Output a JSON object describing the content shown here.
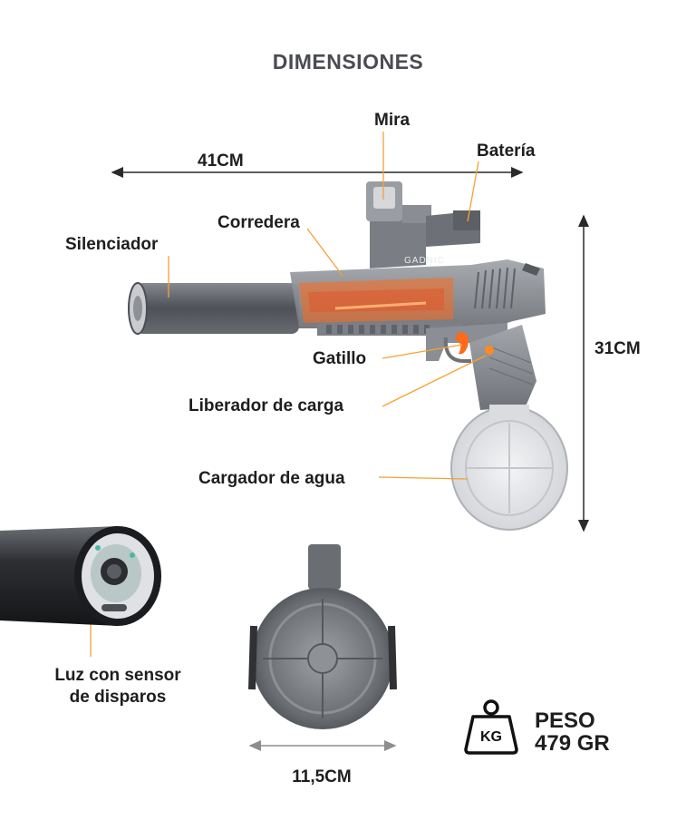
{
  "title": "DIMENSIONES",
  "dimensions": {
    "length": "41CM",
    "height": "31CM",
    "magazine_width": "11,5CM"
  },
  "parts": {
    "mira": "Mira",
    "bateria": "Batería",
    "corredera": "Corredera",
    "silenciador": "Silenciador",
    "gatillo": "Gatillo",
    "liberador": "Liberador de carga",
    "cargador": "Cargador de agua",
    "luz_line1": "Luz con sensor",
    "luz_line2": "de disparos"
  },
  "brand_on_product": "GADNIC",
  "weight": {
    "icon": "weight-kg-icon",
    "icon_text": "KG",
    "label": "PESO",
    "value": "479 GR"
  },
  "colors": {
    "accent_line": "#f5a236",
    "body_gray": "#8a8d93",
    "orange": "#ff6a1a"
  }
}
